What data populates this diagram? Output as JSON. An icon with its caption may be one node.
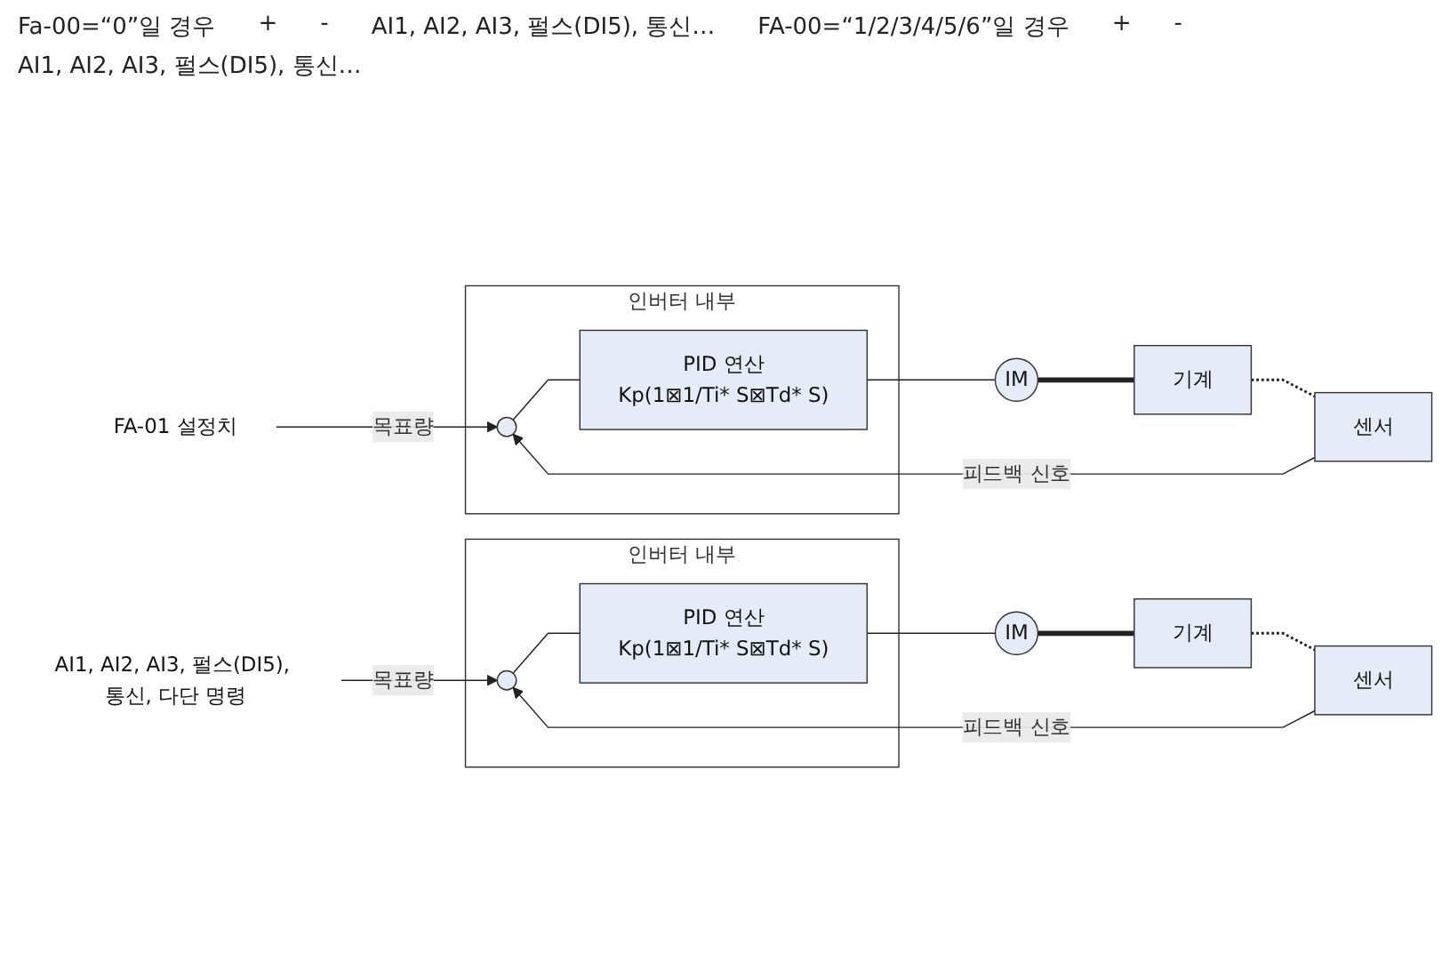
{
  "diagram": {
    "nodes": [
      {
        "text": [
          "FA-01 설정치"
        ]
      },
      {
        "text": [
          "인버터 내부"
        ]
      },
      {
        "text": [],
        "shape": "circle",
        "in": 1
      },
      {
        "text": [
          "PID 연산",
          "Kp(1⊠1/Ti* S⊠Td* S)"
        ],
        "in": 1
      },
      {
        "text": [
          "IM"
        ]
      },
      {
        "text": [
          "기계"
        ]
      },
      {
        "text": [
          "센서"
        ]
      },
      {
        "text": [
          "AI1, AI2, AI3, 펄스(DI5), 통신, 다단 명령"
        ]
      },
      {
        "text": [
          "인버터 내부"
        ]
      },
      {
        "text": [],
        "shape": "circle",
        "in": 8
      },
      {
        "text": [
          "PID 연산",
          "Kp(1⊠1/Ti* S⊠Td* S)"
        ],
        "in": 8
      },
      {
        "text": [
          "IM"
        ]
      },
      {
        "text": [
          "기계"
        ]
      },
      {
        "text": [
          "센서"
        ]
      }
    ],
    "edges": [
      {
        "from": 0,
        "to": 2,
        "arrow": "to",
        "label": "목표량"
      },
      {
        "from": 2,
        "to": 3,
        "arrow": "none"
      },
      {
        "from": 3,
        "to": 4,
        "arrow": "none"
      },
      {
        "from": 4,
        "to": 5,
        "arrow": "none",
        "style": "thick"
      },
      {
        "from": 5,
        "to": 6,
        "arrow": "none",
        "style": "dashed"
      },
      {
        "from": 6,
        "to": 2,
        "arrow": "to",
        "label": "피드백 신호"
      },
      {
        "from": 7,
        "to": 9,
        "arrow": "to",
        "label": "목표량"
      },
      {
        "from": 9,
        "to": 10,
        "arrow": "none"
      },
      {
        "from": 10,
        "to": 11,
        "arrow": "none"
      },
      {
        "from": 11,
        "to": 12,
        "arrow": "none",
        "style": "thick"
      },
      {
        "from": 12,
        "to": 13,
        "arrow": "none",
        "style": "dashed"
      },
      {
        "from": 13,
        "to": 9,
        "arrow": "to",
        "label": "피드백 신호"
      }
    ],
    "labels": [
      "Fa-00=“0”일 경우",
      "+",
      "-",
      "AI1, AI2, AI3, 펄스(DI5), 통신…",
      "FA-00=“1/2/3/4/5/6”일 경우",
      "+",
      "-",
      "AI1, AI2, AI3, 펄스(DI5), 통신…"
    ]
  }
}
